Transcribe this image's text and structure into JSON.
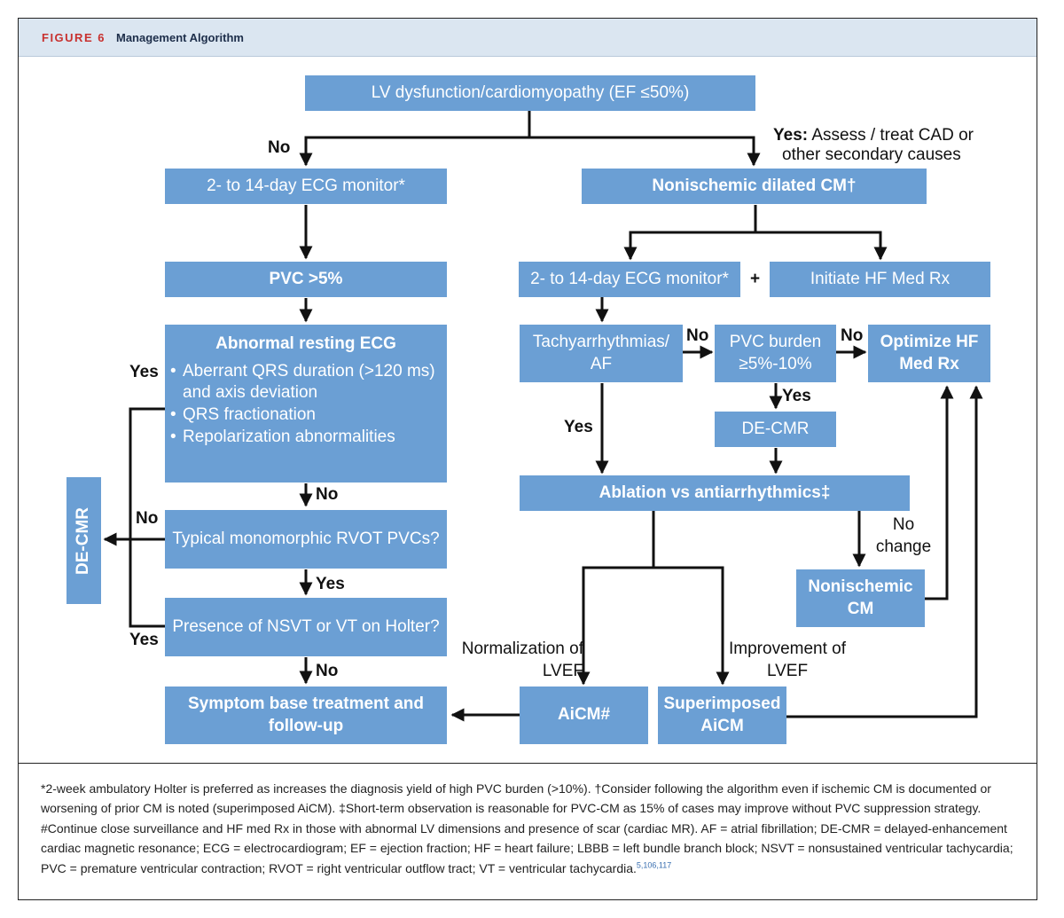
{
  "header": {
    "figure_label": "FIGURE 6",
    "title": "Management Algorithm"
  },
  "boxes": {
    "lv_dysfunction": "LV dysfunction/cardiomyopathy (EF ≤50%)",
    "ecg_monitor_left": "2- to 14-day ECG monitor*",
    "nonischemic_dilated": "Nonischemic dilated CM†",
    "pvc_gt5": "PVC >5%",
    "ecg_monitor_right": "2- to 14-day ECG monitor*",
    "initiate_hf": "Initiate HF Med Rx",
    "abnormal_ecg_title": "Abnormal resting ECG",
    "abnormal_ecg_bullets": [
      "Aberrant QRS duration (>120 ms) and axis deviation",
      "QRS fractionation",
      "Repolarization abnormalities"
    ],
    "tachy": "Tachyarrhythmias/ AF",
    "pvc_burden": "PVC burden ≥5%-10%",
    "optimize_hf": "Optimize HF Med Rx",
    "de_cmr_right": "DE-CMR",
    "ablation": "Ablation vs antiarrhythmics‡",
    "de_cmr_left": "DE-CMR",
    "typical_rvot": "Typical monomorphic RVOT PVCs?",
    "nonischemic_cm": "Nonischemic CM",
    "nsvt": "Presence of NSVT or VT on Holter?",
    "symptom": "Symptom base treatment and follow-up",
    "aicm": "AiCM#",
    "superimposed": "Superimposed AiCM"
  },
  "labels": {
    "no_top": "No",
    "yes_bold": "Yes:",
    "yes_assess": " Assess / treat CAD or",
    "other_causes": "other secondary causes",
    "plus": "+",
    "yes_abnormal": "Yes",
    "no_tachy": "No",
    "no_pvc": "No",
    "yes_pvc": "Yes",
    "yes_tachy": "Yes",
    "no_abnormal": "No",
    "no_rvot": "No",
    "no_change": "No change",
    "yes_rvot": "Yes",
    "yes_nsvt": "Yes",
    "normalization": "Normalization of LVEF",
    "improvement": "Improvement of LVEF",
    "no_nsvt": "No"
  },
  "footer": {
    "text": "*2-week ambulatory Holter is preferred as increases the diagnosis yield of high PVC burden (>10%). †Consider following the algorithm even if ischemic CM is documented or worsening of prior CM is noted (superimposed AiCM). ‡Short-term observation is reasonable for PVC-CM as 15% of cases may improve without PVC suppression strategy. #Continue close surveillance and HF med Rx in those with abnormal LV dimensions and presence of scar (cardiac MR). AF = atrial fibrillation; DE-CMR = delayed-enhancement cardiac magnetic resonance; ECG = electrocardiogram; EF = ejection fraction; HF = heart failure; LBBB = left bundle branch block; NSVT = nonsustained ventricular tachycardia; PVC = premature ventricular contraction; RVOT = right ventricular outflow tract; VT = ventricular tachycardia.",
    "refs": "5,106,117"
  },
  "colors": {
    "box_fill": "#6b9fd4",
    "header_bg": "#dbe6f1",
    "figure_label": "#c8312f",
    "arrow": "#111111"
  }
}
